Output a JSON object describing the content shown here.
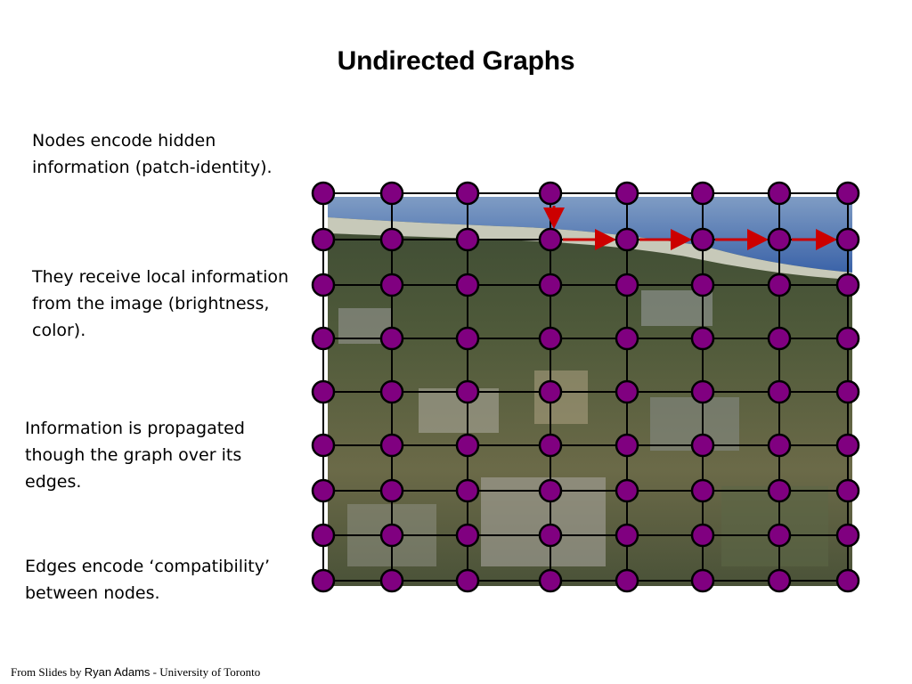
{
  "slide": {
    "title": "Undirected Graphs",
    "paragraphs": [
      "Nodes encode hidden information (patch-identity).",
      "They receive local information from the image (brightness, color).",
      "Information is propagated though the graph over its edges.",
      "Edges encode ‘compatibility’ between nodes."
    ],
    "footer": {
      "prefix": "From Slides by",
      "name": "Ryan Adams",
      "suffix": "- University of Toronto"
    }
  },
  "graph": {
    "columns": 8,
    "rows": 9,
    "node_color": "#800080",
    "node_border": "#000000",
    "edge_color": "#000000",
    "arrow_color": "#cc0000",
    "arrows": [
      {
        "from": [
          3,
          0
        ],
        "to": [
          3,
          1
        ]
      },
      {
        "from": [
          3,
          1
        ],
        "to": [
          4,
          1
        ]
      },
      {
        "from": [
          4,
          1
        ],
        "to": [
          5,
          1
        ]
      },
      {
        "from": [
          5,
          1
        ],
        "to": [
          6,
          1
        ]
      },
      {
        "from": [
          6,
          1
        ],
        "to": [
          7,
          1
        ]
      }
    ]
  }
}
